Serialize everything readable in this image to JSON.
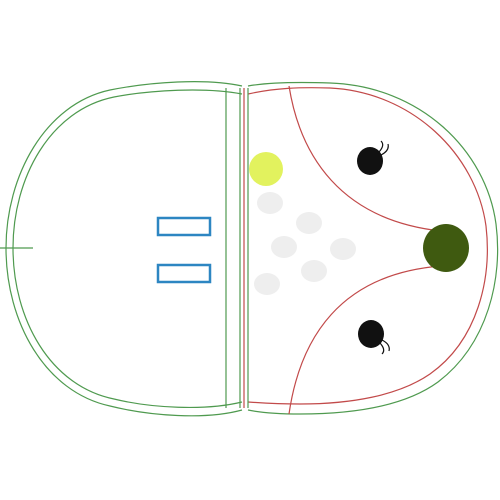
{
  "colors": {
    "background": "#ffffff",
    "outline_green": "#4f9a4f",
    "outline_red": "#c24a4a",
    "button_blue": "#2d86c2",
    "nose": "#3f5a10",
    "eyes": "#111111",
    "spots": "#eeeeee",
    "accent_yellow": "#e2f25e"
  },
  "elements": {
    "buttons": [
      "rect-button-upper",
      "rect-button-lower"
    ],
    "eyes": [
      "left-eye-icon",
      "right-eye-icon"
    ],
    "nose": "nose-icon",
    "spots_count": 6
  }
}
